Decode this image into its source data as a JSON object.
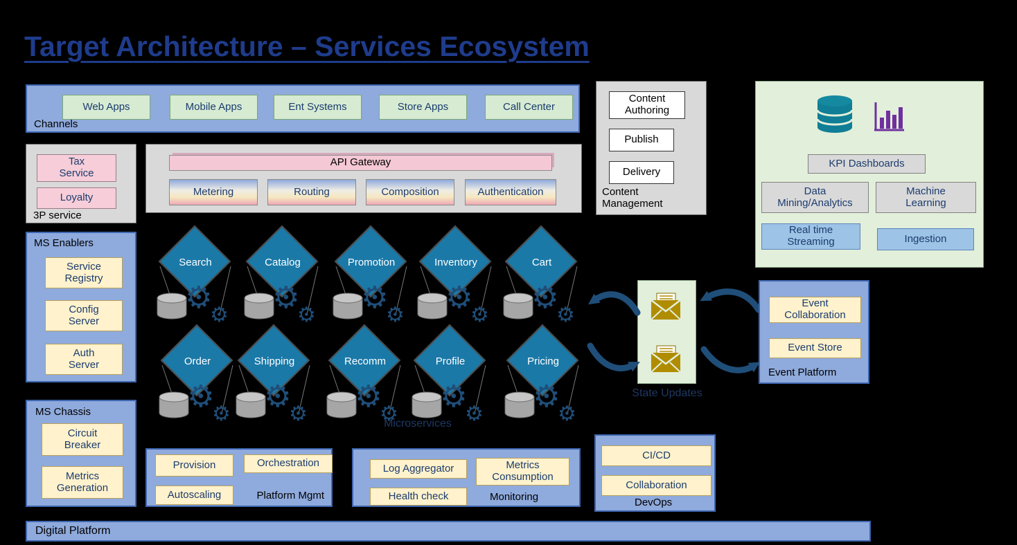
{
  "title": "Target Architecture – Services Ecosystem",
  "channels": {
    "label": "Channels",
    "items": [
      "Web Apps",
      "Mobile Apps",
      "Ent Systems",
      "Store Apps",
      "Call Center"
    ]
  },
  "content_management": {
    "label": "Content\nManagement",
    "items": [
      "Content\nAuthoring",
      "Publish",
      "Delivery"
    ]
  },
  "analytics": {
    "kpi_dashboards": "KPI Dashboards",
    "data_mining": "Data\nMining/Analytics",
    "machine_learning": "Machine\nLearning",
    "real_time_streaming": "Real time\nStreaming",
    "ingestion": "Ingestion",
    "icons": [
      "database-icon",
      "bar-chart-icon"
    ]
  },
  "third_party": {
    "label": "3P service",
    "items": [
      "Tax\nService",
      "Loyalty"
    ]
  },
  "api_gateway": {
    "title": "API Gateway",
    "items": [
      "Metering",
      "Routing",
      "Composition",
      "Authentication"
    ]
  },
  "ms_enablers": {
    "label": "MS Enablers",
    "items": [
      "Service\nRegistry",
      "Config\nServer",
      "Auth\nServer"
    ]
  },
  "microservices": {
    "label": "Microservices",
    "row1": [
      "Search",
      "Catalog",
      "Promotion",
      "Inventory",
      "Cart"
    ],
    "row2": [
      "Order",
      "Shipping",
      "Recomm",
      "Profile",
      "Pricing"
    ]
  },
  "state_updates": {
    "label": "State Updates",
    "icon": "mail-icon"
  },
  "event_platform": {
    "label": "Event Platform",
    "items": [
      "Event\nCollaboration",
      "Event Store"
    ]
  },
  "ms_chassis": {
    "label": "MS Chassis",
    "items": [
      "Circuit\nBreaker",
      "Metrics\nGeneration"
    ]
  },
  "platform_mgmt": {
    "label": "Platform Mgmt",
    "items": [
      "Provision",
      "Orchestration",
      "Autoscaling"
    ]
  },
  "monitoring": {
    "label": "Monitoring",
    "items": [
      "Log Aggregator",
      "Metrics\nConsumption",
      "Health check"
    ]
  },
  "devops": {
    "label": "DevOps",
    "items": [
      "CI/CD",
      "Collaboration"
    ]
  },
  "digital_platform": {
    "label": "Digital Platform"
  },
  "colors": {
    "panel_blue": "#8FAADC",
    "panel_green": "#E2EFDA",
    "panel_gray": "#D9D9D9",
    "box_green": "#D6EBD2",
    "box_yellow": "#FFF2CC",
    "box_pink": "#F6CDD8",
    "box_blue": "#9DC3E6",
    "diamond_teal": "#1B79A8",
    "arrow_navy": "#1F4E79",
    "title_blue": "#1F3C8C",
    "mail_gold": "#B08C00",
    "db_teal": "#0F7E96",
    "chart_purple": "#7030A0",
    "background": "#000000"
  }
}
